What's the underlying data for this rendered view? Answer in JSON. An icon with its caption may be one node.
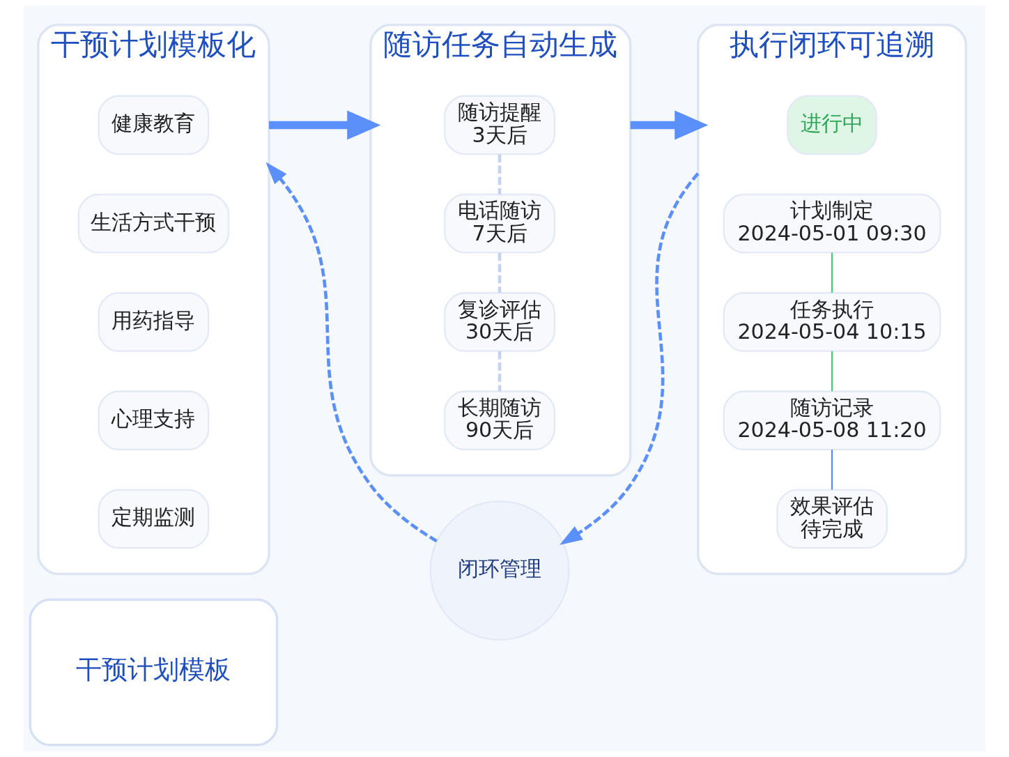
{
  "diagram": {
    "nodes": [
      {
        "text": [
          "干预计划模板化"
        ]
      },
      {
        "text": [
          "健康教育"
        ],
        "in": 0
      },
      {
        "text": [
          "生活方式干预"
        ],
        "in": 0
      },
      {
        "text": [
          "用药指导"
        ],
        "in": 0
      },
      {
        "text": [
          "心理支持"
        ],
        "in": 0
      },
      {
        "text": [
          "定期监测"
        ],
        "in": 0
      },
      {
        "text": [
          "干预计划模板"
        ]
      },
      {
        "text": [
          "随访任务自动生成"
        ]
      },
      {
        "text": [
          "随访提醒",
          "3天后"
        ],
        "in": 7
      },
      {
        "text": [
          "电话随访",
          "7天后"
        ],
        "in": 7
      },
      {
        "text": [
          "复诊评估",
          "30天后"
        ],
        "in": 7
      },
      {
        "text": [
          "长期随访",
          "90天后"
        ],
        "in": 7
      },
      {
        "text": [
          "执行闭环可追溯"
        ]
      },
      {
        "text": [
          "进行中"
        ],
        "in": 12
      },
      {
        "text": [
          "计划制定",
          "2024-05-01 09:30"
        ],
        "in": 12
      },
      {
        "text": [
          "任务执行",
          "2024-05-04 10:15"
        ],
        "in": 12
      },
      {
        "text": [
          "随访记录",
          "2024-05-08 11:20"
        ],
        "in": 12
      },
      {
        "text": [
          "效果评估",
          "待完成"
        ],
        "in": 12
      },
      {
        "text": [
          "闭环管理"
        ]
      }
    ],
    "edges": [
      {
        "from": 0,
        "to": 7,
        "arrow": "to",
        "style": "thick"
      },
      {
        "from": 7,
        "to": 12,
        "arrow": "to",
        "style": "thick"
      },
      {
        "from": 12,
        "to": 18,
        "arrow": "to",
        "style": "dashed"
      },
      {
        "from": 18,
        "to": 0,
        "arrow": "to",
        "style": "dashed"
      },
      {
        "from": 8,
        "to": 9,
        "arrow": "none",
        "style": "dashed",
        "color": "#c5d3f0"
      },
      {
        "from": 9,
        "to": 10,
        "arrow": "none",
        "style": "dashed",
        "color": "#c5d3f0"
      },
      {
        "from": 10,
        "to": 11,
        "arrow": "none",
        "style": "dashed",
        "color": "#c5d3f0"
      },
      {
        "from": 14,
        "to": 15,
        "arrow": "none",
        "color": "#4cc97a"
      },
      {
        "from": 15,
        "to": 16,
        "arrow": "none",
        "color": "#4cc97a"
      },
      {
        "from": 16,
        "to": 17,
        "arrow": "none"
      }
    ]
  }
}
